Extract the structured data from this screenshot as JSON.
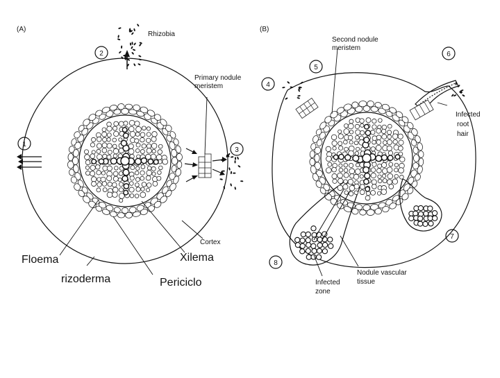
{
  "panel_a": {
    "panel_label": "(A)",
    "step_1": "1",
    "step_2": "2",
    "step_3": "3",
    "rhizobia_label": "Rhizobia",
    "primary_nodule_meristem_line1": "Primary nodule",
    "primary_nodule_meristem_line2": "meristem",
    "cortex_label": "Cortex"
  },
  "panel_b": {
    "panel_label": "(B)",
    "step_4": "4",
    "step_5": "5",
    "step_6": "6",
    "step_7": "7",
    "step_8": "8",
    "second_nodule_meristem_line1": "Second nodule",
    "second_nodule_meristem_line2": "meristem",
    "infected_root_hair_line1": "Infected",
    "infected_root_hair_line2": "root",
    "infected_root_hair_line3": "hair",
    "nodule_vascular_tissue_line1": "Nodule vascular",
    "nodule_vascular_tissue_line2": "tissue",
    "infected_zone_line1": "Infected",
    "infected_zone_line2": "zone"
  },
  "overlay_labels": {
    "floema": "Floema",
    "xilema": "Xilema",
    "rizoderma": "rizoderma",
    "periciclo": "Periciclo"
  }
}
